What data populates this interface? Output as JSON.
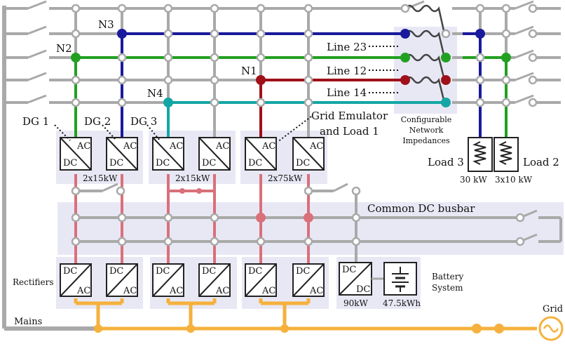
{
  "colors": {
    "grey": "#a9a9a9",
    "blue": "#1a1a9c",
    "green": "#22a022",
    "darkred": "#a01018",
    "teal": "#14a6a4",
    "pink": "#d9707a",
    "orange": "#f5b13c",
    "panel": "#e8e8f5"
  },
  "labels": {
    "n1": "N1",
    "n2": "N2",
    "n3": "N3",
    "n4": "N4",
    "dg1": "DG 1",
    "dg2": "DG 2",
    "dg3": "DG 3",
    "grid_emulator": "Grid Emulator",
    "and_load1": "and Load 1",
    "line23": "Line 23",
    "line12": "Line 12",
    "line14": "Line 14",
    "config1": "Configurable",
    "config2": "Network",
    "config3": "Impedances",
    "load3": "Load 3",
    "load2": "Load 2",
    "load3_rating": "30 kW",
    "load2_rating": "3x10 kW",
    "rating_dg12": "2x15kW",
    "rating_dg3": "2x15kW",
    "rating_ge": "2x75kW",
    "common_dc": "Common DC busbar",
    "rectifiers": "Rectifiers",
    "battery1": "Battery",
    "battery2": "System",
    "batt_conv": "90kW",
    "batt_cap": "47.5kWh",
    "grid": "Grid",
    "mains": "Mains",
    "ac": "AC",
    "dc": "DC"
  }
}
